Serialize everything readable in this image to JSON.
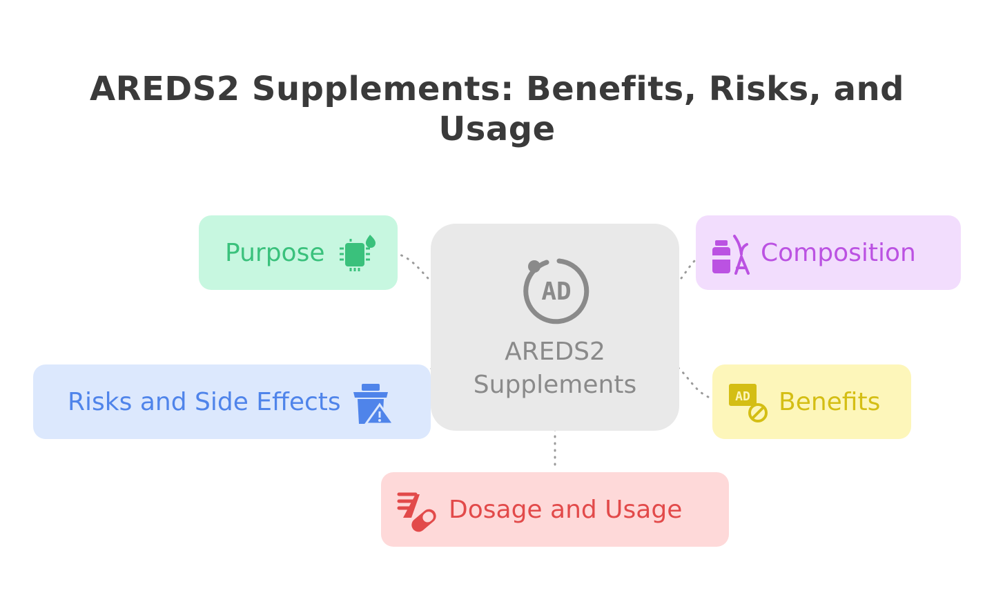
{
  "title": "AREDS2 Supplements: Benefits, Risks, and Usage",
  "center": {
    "label": "AREDS2 Supplements",
    "icon": "ad-badge-icon"
  },
  "nodes": {
    "purpose": {
      "label": "Purpose",
      "icon": "chip-drop-icon"
    },
    "composition": {
      "label": "Composition",
      "icon": "bottle-grain-icon"
    },
    "risks": {
      "label": "Risks and Side Effects",
      "icon": "jar-warning-icon"
    },
    "benefits": {
      "label": "Benefits",
      "icon": "ad-block-icon"
    },
    "dosage": {
      "label": "Dosage and Usage",
      "icon": "pill-list-icon"
    }
  },
  "colors": {
    "title": "#3a3a3a",
    "center_bg": "#e9e9e9",
    "purpose": "#3ac17c",
    "composition": "#bb52e2",
    "risks": "#4f84ea",
    "benefits": "#d4be14",
    "dosage": "#e24a4a",
    "connector": "#9a9a9a"
  }
}
